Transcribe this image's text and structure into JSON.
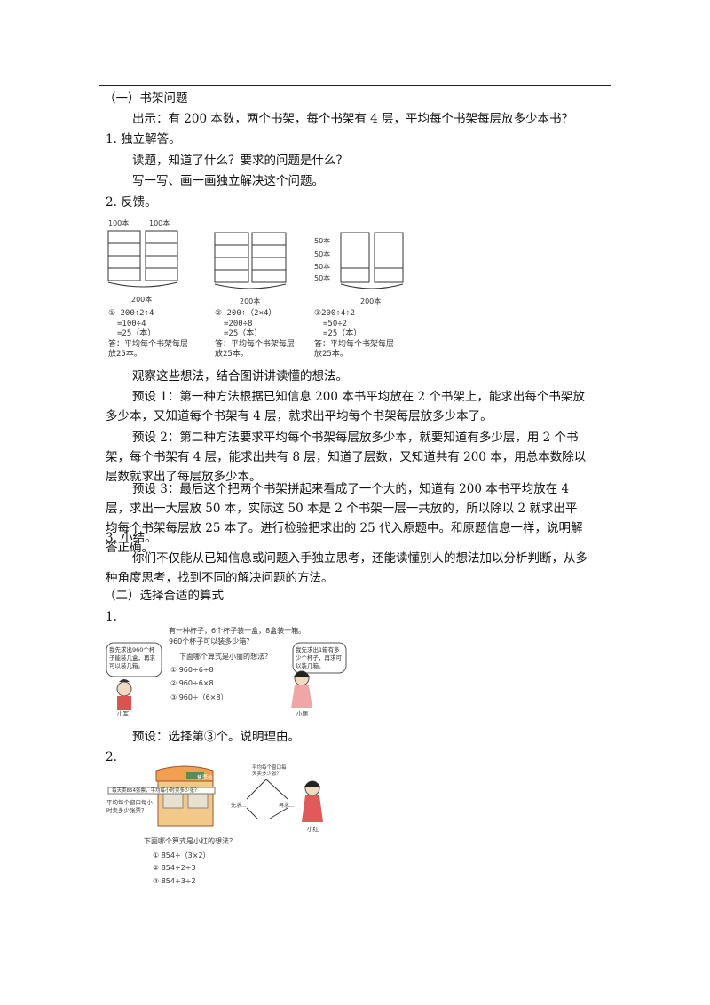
{
  "section1": {
    "heading": "（一）书架问题",
    "problem": "出示：有 200 本数，两个书架，每个书架有 4 层，平均每个书架每层放多少本书？",
    "step1": "1. 独立解答。",
    "q1": "读题，知道了什么？要求的问题是什么？",
    "q2": "写一写、画一画独立解决这个问题。",
    "step2": "2. 反馈。",
    "figure": {
      "shelf_label_left": "100本",
      "shelf_label_right": "100本",
      "total_label": "200本",
      "levels": [
        "50本",
        "50本",
        "50本",
        "50本"
      ],
      "methods": [
        [
          "① 200÷2÷4",
          "=100÷4",
          "=25（本）",
          "答：平均每个书架每层",
          "放25本。"
        ],
        [
          "② 200÷（2×4）",
          "=200÷8",
          "=25（本）",
          "答：平均每个书架每层",
          "放25本。"
        ],
        [
          "③200÷4÷2",
          "=50÷2",
          "=25（本）",
          "答：平均每个书架每层",
          "放25本。"
        ]
      ]
    },
    "observe": "观察这些想法，结合图讲讲读懂的想法。",
    "preset1": "预设 1：第一种方法根据已知信息 200 本书平均放在 2 个书架上，能求出每个书架放多少本，又知道每个书架有 4 层，就求出平均每个书架每层放多少本了。",
    "preset2": "预设 2：第二种方法要求平均每个书架每层放多少本，就要知道有多少层，用 2 个书架，每个书架有 4 层，能求出共有 8 层，知道了层数，又知道共有 200 本，用总本数除以层数就求出了每层放多少本。",
    "preset3": "预设 3：最后这个把两个书架拼起来看成了一个大的，知道有 200 本书平均放在 4 层，求出一大层放 50 本，实际这 50 本是 2 个书架一层一共放的，所以除以 2 就求出平均每个书架每层放 25 本了。进行检验把求出的 25 代入原题中。和原题信息一样，说明解答正确。",
    "step3": "3. 小结。",
    "summary": "你们不仅能从已知信息或问题入手独立思考，还能读懂别人的想法加以分析判断，从多种角度思考，找到不同的解决问题的方法。"
  },
  "section2": {
    "heading": "（二）选择合适的算式",
    "item1": "1.",
    "fig1": {
      "problem": "有一种杯子，6个杯子装一盒，8盒装一箱。",
      "question": "960个杯子可以装多少箱？",
      "ask": "下面哪个算式是小丽的想法？",
      "options": [
        "① 960÷6÷8",
        "② 960÷6×8",
        "③ 960÷（6×8）"
      ],
      "bubble_left": "我先求出960个杯子能装几盒，再求可以装几箱。",
      "bubble_right": "我先求出1箱有多少个杯子，再求可以装几箱。",
      "name_left": "小军",
      "name_right": "小丽"
    },
    "preset": "预设：选择第③个。说明理由。",
    "item2": "2.",
    "fig2": {
      "sign": "售票处",
      "banner": "每天卖854张票，平均每小时卖多少张？",
      "left_q": "平均每个窗口每小时卖多少张票？",
      "tree_top": "平均每个窗口每天卖多少张？",
      "tree_left": "先求...",
      "tree_right": "再求...",
      "name": "小红",
      "ask": "下面哪个算式是小红的想法？",
      "options": [
        "① 854÷（3×2）",
        "② 854÷2÷3",
        "③ 854÷3÷2"
      ]
    }
  }
}
